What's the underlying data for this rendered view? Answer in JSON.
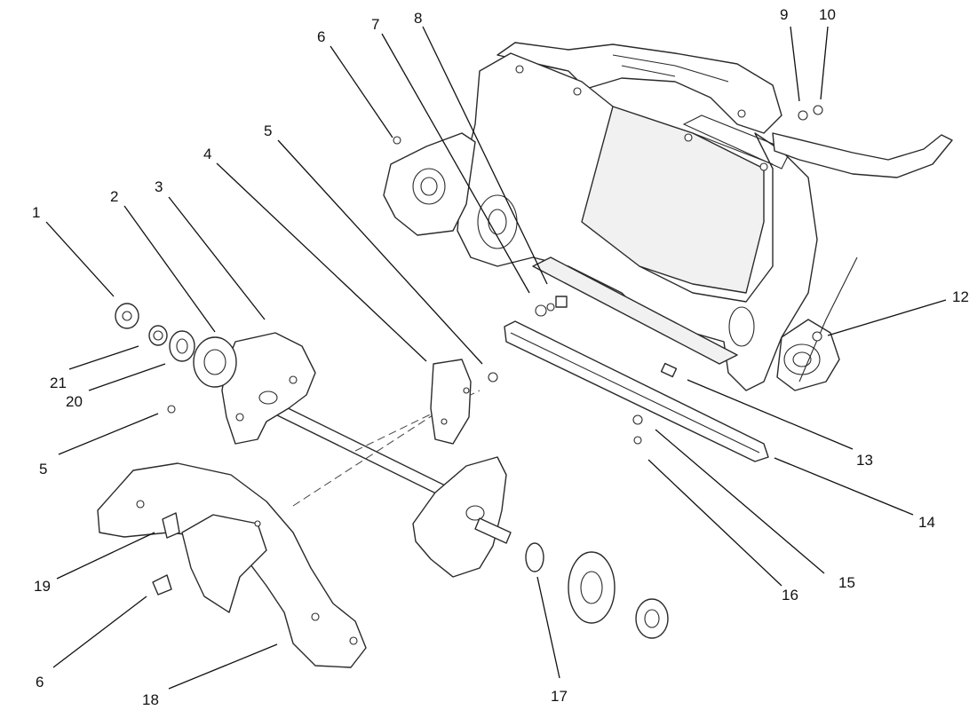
{
  "callouts": [
    {
      "id": "c1",
      "label": "1"
    },
    {
      "id": "c2",
      "label": "2"
    },
    {
      "id": "c3",
      "label": "3"
    },
    {
      "id": "c4",
      "label": "4"
    },
    {
      "id": "c5a",
      "label": "5"
    },
    {
      "id": "c5b",
      "label": "5"
    },
    {
      "id": "c6a",
      "label": "6"
    },
    {
      "id": "c6b",
      "label": "6"
    },
    {
      "id": "c7",
      "label": "7"
    },
    {
      "id": "c8",
      "label": "8"
    },
    {
      "id": "c9",
      "label": "9"
    },
    {
      "id": "c10",
      "label": "10"
    },
    {
      "id": "c12",
      "label": "12"
    },
    {
      "id": "c13",
      "label": "13"
    },
    {
      "id": "c14",
      "label": "14"
    },
    {
      "id": "c15",
      "label": "15"
    },
    {
      "id": "c16",
      "label": "16"
    },
    {
      "id": "c17",
      "label": "17"
    },
    {
      "id": "c18",
      "label": "18"
    },
    {
      "id": "c19",
      "label": "19"
    },
    {
      "id": "c20",
      "label": "20"
    },
    {
      "id": "c21",
      "label": "21"
    }
  ]
}
